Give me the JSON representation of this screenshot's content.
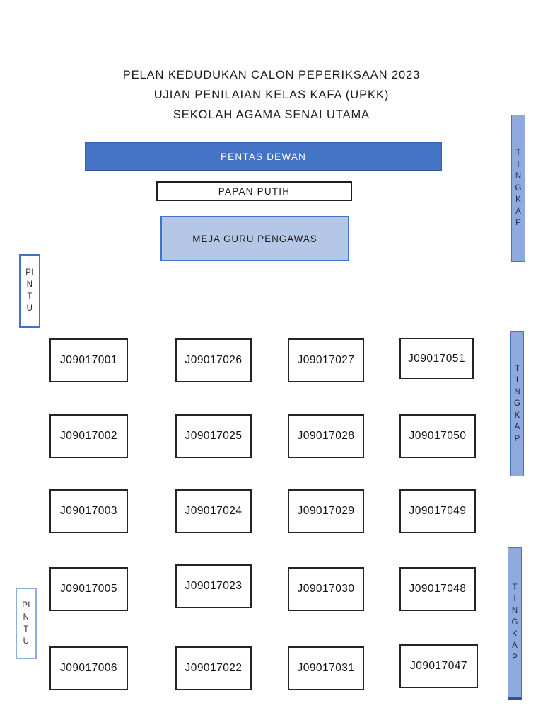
{
  "header": {
    "title": "PELAN KEDUDUKAN CALON PEPERIKSAAN 2023",
    "subtitle1": "UJIAN PENILAIAN KELAS KAFA (UPKK)",
    "subtitle2": "SEKOLAH AGAMA SENAI UTAMA"
  },
  "stage": {
    "label": "PENTAS DEWAN",
    "fill": "#4472c4",
    "text_color": "#ffffff"
  },
  "whiteboard": {
    "label": "PAPAN PUTIH",
    "fill": "#ffffff",
    "border": "#1f1f1f"
  },
  "teacher_desk": {
    "label": "MEJA GURU PENGAWAS",
    "fill": "#b4c7e7",
    "border": "#4472c4"
  },
  "doors": {
    "label": "PINTU",
    "lines": [
      "PI",
      "N",
      "T",
      "U"
    ],
    "top_door_border": "#4472c4",
    "bottom_door_border": "#8faadc"
  },
  "windows": {
    "label": "TINGKAP",
    "letters": [
      "T",
      "I",
      "N",
      "G",
      "K",
      "A",
      "P"
    ],
    "fill": "#8faadc",
    "border": "#4472c4"
  },
  "seats": {
    "rows": [
      [
        "J09017001",
        "J09017026",
        "J09017027",
        "J09017051"
      ],
      [
        "J09017002",
        "J09017025",
        "J09017028",
        "J09017050"
      ],
      [
        "J09017003",
        "J09017024",
        "J09017029",
        "J09017049"
      ],
      [
        "J09017005",
        "J09017023",
        "J09017030",
        "J09017048"
      ],
      [
        "J09017006",
        "J09017022",
        "J09017031",
        "J09017047"
      ]
    ]
  }
}
